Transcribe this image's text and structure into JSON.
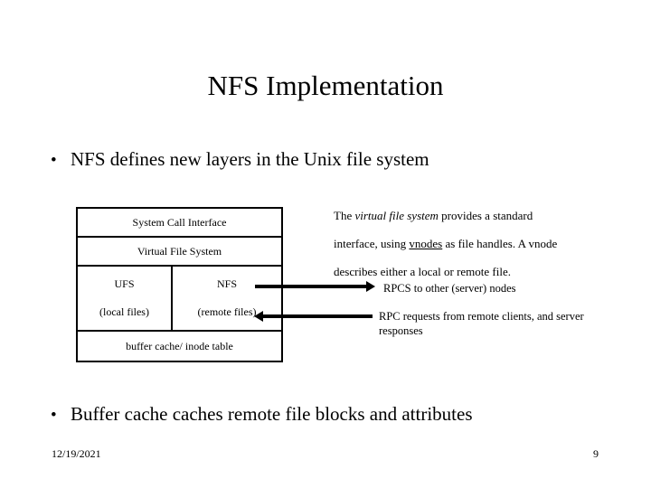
{
  "slide": {
    "title": "NFS Implementation",
    "bullet_marker": "•",
    "bullets": [
      {
        "text": "NFS defines new layers in the Unix file system"
      },
      {
        "text": "Buffer cache caches remote file blocks and attributes"
      }
    ],
    "diagram": {
      "rows": {
        "system_call_interface": "System Call Interface",
        "virtual_file_system": "Virtual File System",
        "ufs_title": "UFS",
        "ufs_subtitle": "(local files)",
        "nfs_title": "NFS",
        "nfs_subtitle": "(remote files)",
        "buffer_cache": "buffer cache/ inode table"
      }
    },
    "side_paragraph": {
      "line1_pre": "The ",
      "line1_em": "virtual file system",
      "line1_post": " provides a standard",
      "line2_pre": "interface, using ",
      "line2_ul": "vnodes",
      "line2_post": " as file handles.  A vnode",
      "line3": "describes either a local or remote file."
    },
    "arrow_legend": {
      "outgoing": "RPCS to other (server) nodes",
      "incoming": "RPC requests from remote clients, and server responses"
    },
    "footer": {
      "date": "12/19/2021",
      "page_number": "9"
    },
    "colors": {
      "background": "#ffffff",
      "foreground": "#000000"
    }
  }
}
